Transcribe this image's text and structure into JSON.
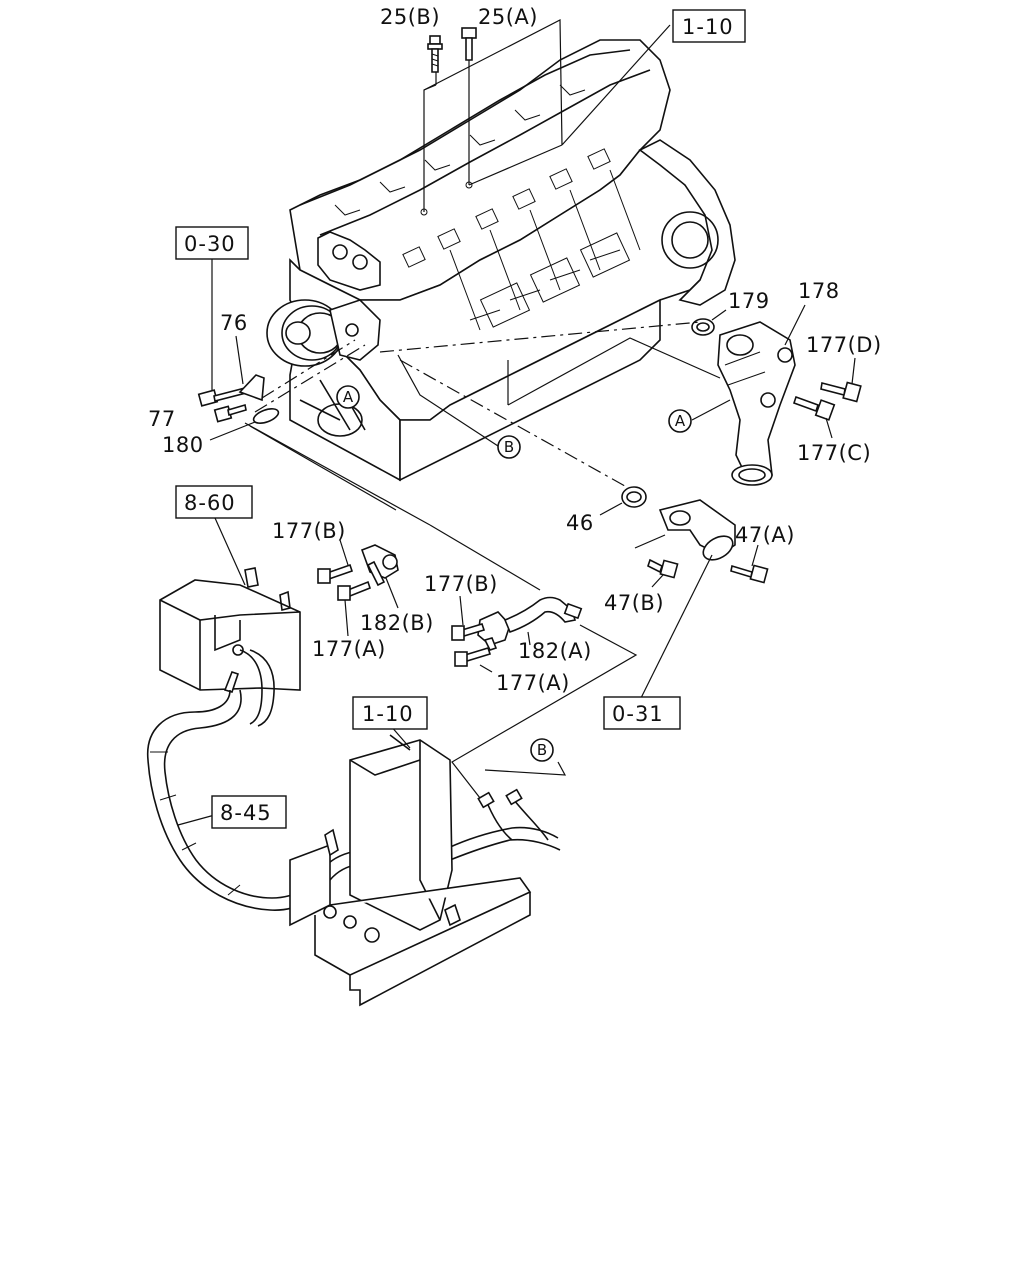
{
  "diagram": {
    "labels": {
      "p25b": "25(B)",
      "p25a": "25(A)",
      "p76": "76",
      "p77": "77",
      "p180": "180",
      "p179": "179",
      "p178": "178",
      "p177d": "177(D)",
      "p177c": "177(C)",
      "p46": "46",
      "p47a": "47(A)",
      "p47b": "47(B)",
      "p177b_1": "177(B)",
      "p177a_1": "177(A)",
      "p182b": "182(B)",
      "p177b_2": "177(B)",
      "p182a": "182(A)",
      "p177a_2": "177(A)"
    },
    "refs": {
      "r110_top": "1-10",
      "r030": "0-30",
      "r860": "8-60",
      "r031": "0-31",
      "r110_bottom": "1-10",
      "r845": "8-45"
    },
    "markers": {
      "a1": "A",
      "a2": "A",
      "b1": "B",
      "b2": "B"
    }
  }
}
